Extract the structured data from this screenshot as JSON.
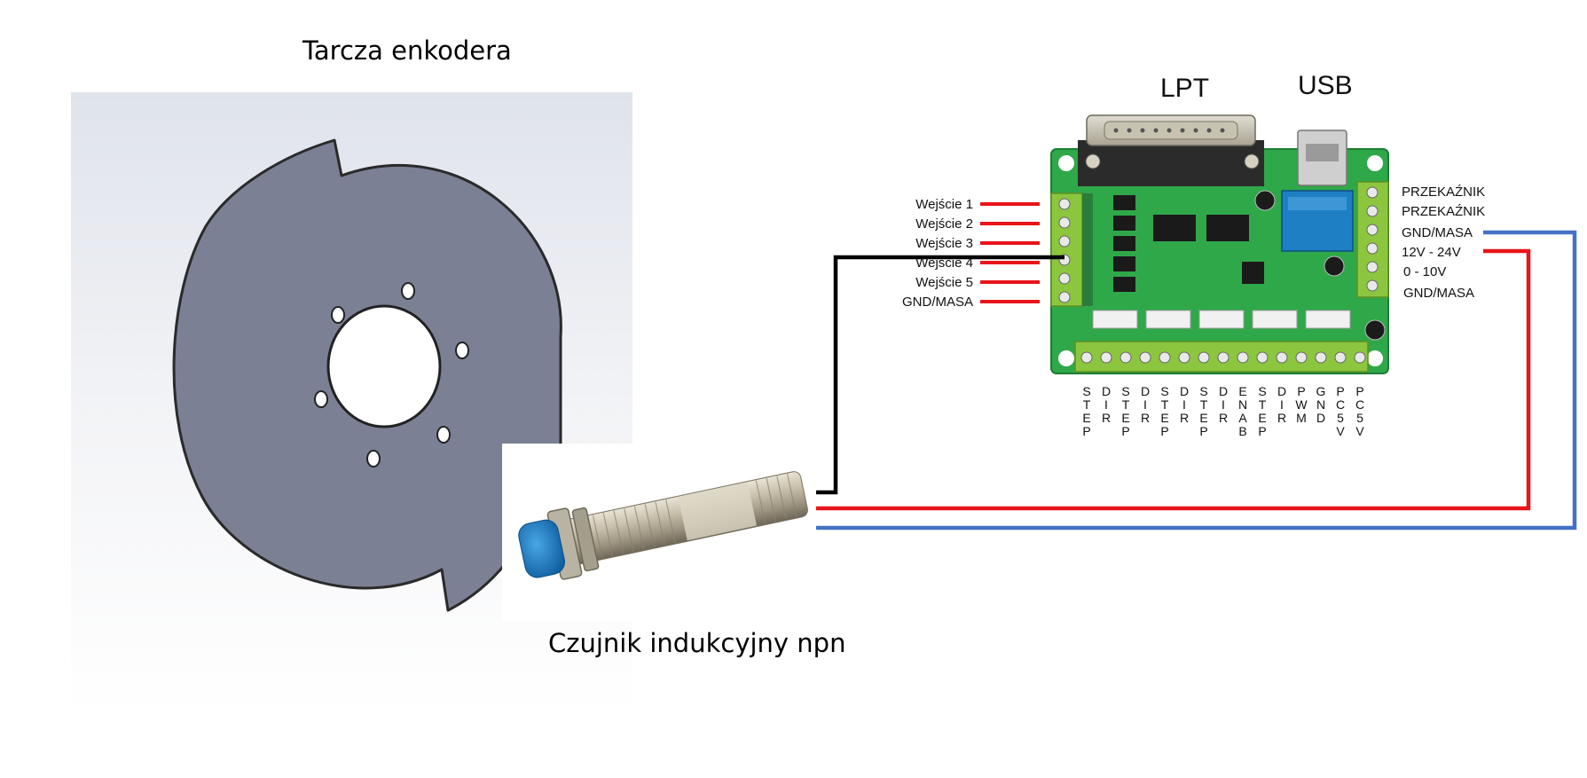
{
  "disk_title": "Tarcza enkodera",
  "sensor_title": "Czujnik indukcyjny npn",
  "board": {
    "port_lpt": "LPT",
    "port_usb": "USB",
    "inputs": [
      "Wejście 1",
      "Wejście 2",
      "Wejście 3",
      "Wejście 4",
      "Wejście 5",
      "GND/MASA"
    ],
    "right_terminals": [
      "PRZEKAŹNIK",
      "PRZEKAŹNIK",
      "GND/MASA",
      "12V - 24V",
      "0 - 10V",
      "GND/MASA"
    ],
    "bottom_terminals": [
      "STEP",
      "DIR",
      "STEP",
      "DIR",
      "STEP",
      "DIR",
      "STEP",
      "DIR",
      "ENAB",
      "STEP",
      "DIR",
      "PWM",
      "GND",
      "PC5V",
      "PC5V"
    ]
  },
  "colors": {
    "wire_signal": "#000000",
    "wire_power": "#e8141b",
    "wire_ground": "#4472c4",
    "board_pcb": "#2fa84a",
    "terminal_green": "#8cc63f",
    "disk_fill": "#7c8094",
    "sensor_cap": "#1e7fc4"
  }
}
